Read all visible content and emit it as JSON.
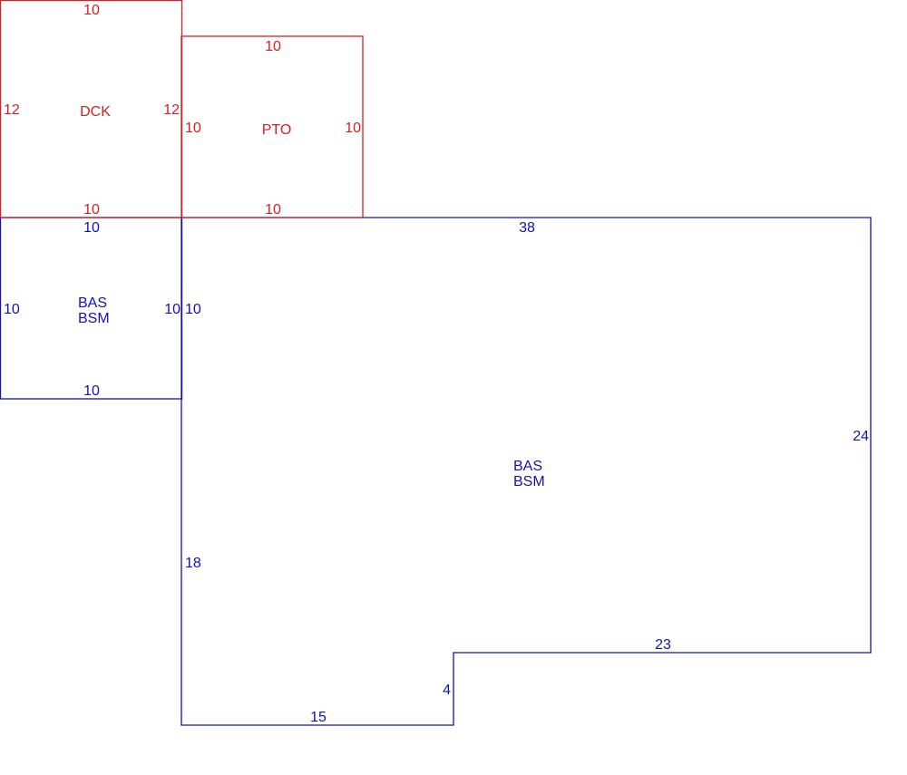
{
  "colors": {
    "deck_and_patio": "#d42020",
    "living_area": "#1010c0",
    "background": "#ffffff"
  },
  "areas": {
    "deck": {
      "label": "DCK",
      "dims": {
        "top": "10",
        "left": "12",
        "right": "12",
        "bottom": "10"
      }
    },
    "patio": {
      "label": "PTO",
      "dims": {
        "top": "10",
        "left": "10",
        "right": "10",
        "bottom": "10"
      }
    },
    "small_section": {
      "label_line1": "BAS",
      "label_line2": "BSM",
      "dims": {
        "top": "10",
        "left": "10",
        "right": "10",
        "bottom": "10"
      }
    },
    "main_section": {
      "label_line1": "BAS",
      "label_line2": "BSM",
      "dims": {
        "top": "38",
        "right": "24",
        "lower_right": "23",
        "notch": "4",
        "bottom": "15",
        "left_lower": "18",
        "left_upper": "10"
      }
    }
  }
}
